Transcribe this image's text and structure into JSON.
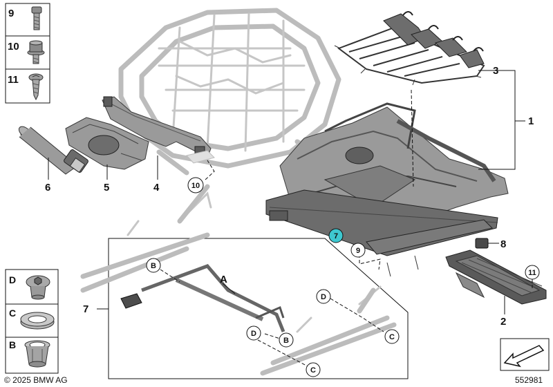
{
  "sidebar_top": [
    {
      "number": "9",
      "icon": "torx-bolt-icon"
    },
    {
      "number": "10",
      "icon": "hex-flange-bolt-icon"
    },
    {
      "number": "11",
      "icon": "pan-head-screw-icon"
    }
  ],
  "sidebar_bottom": [
    {
      "letter": "D",
      "icon": "torx-plug-icon"
    },
    {
      "letter": "C",
      "icon": "retaining-ring-icon"
    },
    {
      "letter": "B",
      "icon": "clip-sleeve-icon"
    }
  ],
  "callouts": {
    "c1": "1",
    "c2": "2",
    "c3": "3",
    "c4": "4",
    "c5": "5",
    "c6": "6",
    "c7_left": "7",
    "c7_circle": "7",
    "c8": "8",
    "c9_circle": "9",
    "c10_circle": "10",
    "c11_circle": "11",
    "A": "A",
    "B1": "B",
    "B2": "B",
    "C1": "C",
    "C2": "C",
    "D1": "D",
    "D2": "D"
  },
  "colors": {
    "highlight": "#3ec8d0"
  },
  "footer": {
    "copyright": "© 2025 BMW AG",
    "diagram_number": "552981"
  }
}
